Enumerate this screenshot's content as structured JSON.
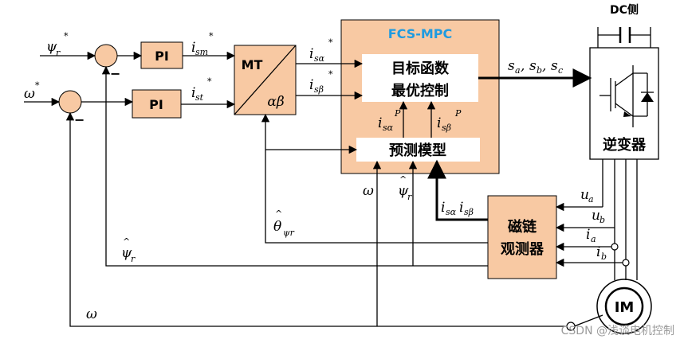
{
  "blocks": {
    "pi1": "PI",
    "pi2": "PI",
    "mt_top": "MT",
    "mt_bottom": "αβ",
    "fcs_title": "FCS-MPC",
    "objective_line1": "目标函数",
    "objective_line2": "最优控制",
    "predict": "预测模型",
    "observer_line1": "磁链",
    "observer_line2": "观测器",
    "inverter": "逆变器",
    "dc_side": "DC侧",
    "motor": "IM"
  },
  "signals": {
    "psi_r": "ψ",
    "psi_r_sub": "r",
    "star": "*",
    "omega": "ω",
    "i": "i",
    "sm": "sm",
    "st": "st",
    "s_alpha": "sα",
    "s_beta": "sβ",
    "p": "P",
    "switch_states": "s",
    "s_a": "a",
    "s_b": "b",
    "s_c": "c",
    "u": "u",
    "a": "a",
    "b": "b",
    "theta": "θ",
    "theta_sub": "ψr",
    "hat": "^"
  },
  "watermark": "CSDN @浅谈电机控制"
}
